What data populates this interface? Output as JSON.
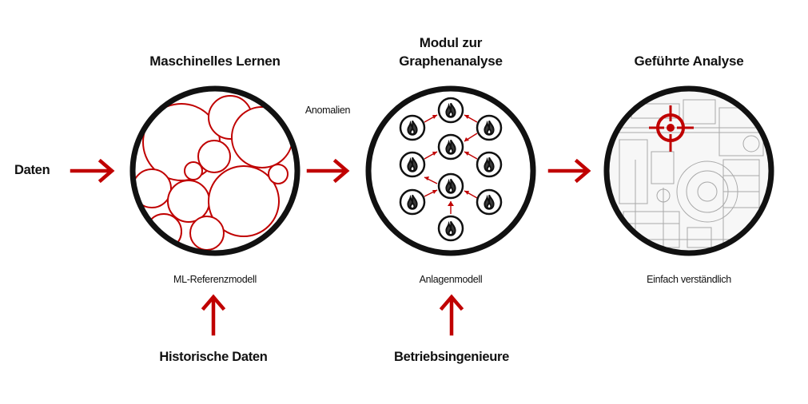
{
  "colors": {
    "accent": "#c00000",
    "ring": "#111111",
    "node_fill": "#ffffff",
    "flame": "#3a3a3a",
    "sketch": "#a0a0a0"
  },
  "icons": {
    "graph_node": "flame-icon",
    "target": "crosshair-icon",
    "arrow": "arrow-icon"
  },
  "inputs": {
    "data": "Daten",
    "historical_data": "Historische Daten",
    "operating_engineers": "Betriebsingenieure"
  },
  "stages": [
    {
      "title_lines": [
        "Maschinelles Lernen"
      ],
      "caption": "ML-Referenzmodell"
    },
    {
      "title_lines": [
        "Modul zur",
        "Graphenanalyse"
      ],
      "caption": "Anlagenmodell"
    },
    {
      "title_lines": [
        "Geführte Analyse"
      ],
      "caption": "Einfach verständlich"
    }
  ],
  "connector_label": "Anomalien"
}
